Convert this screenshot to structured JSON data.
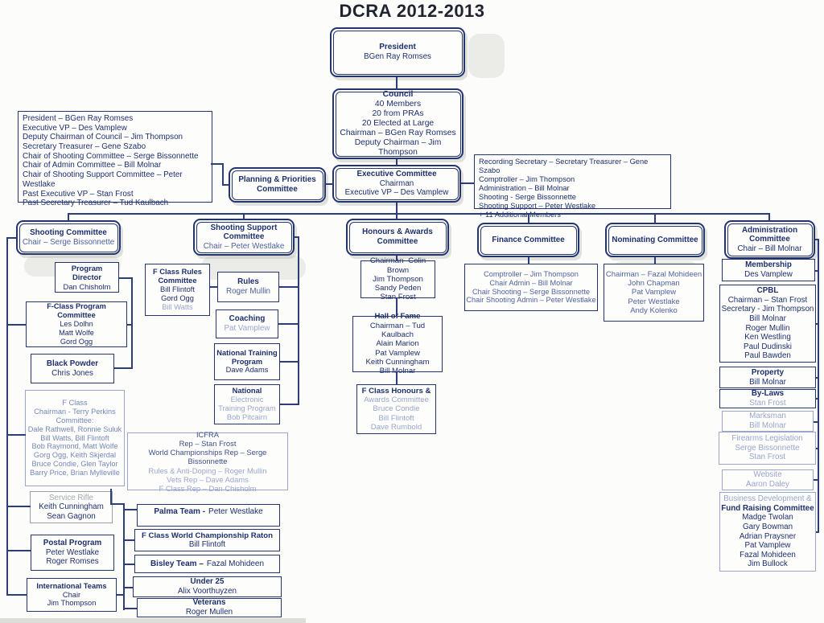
{
  "title": "DCRA 2012-2013",
  "colors": {
    "border_navy": "#24356e",
    "text_navy": "#1d2f6b",
    "faded_blue": "#98a6cc",
    "shadow_gray": "#bababa"
  },
  "boxes": {
    "president": {
      "title": "President",
      "body": "BGen Ray Romses"
    },
    "council": {
      "title": "Council",
      "body": "40 Members\n20 from PRAs\n20 Elected at Large\nChairman – BGen Ray Romses\nDeputy Chairman – Jim Thompson"
    },
    "officers": {
      "body": "President – BGen Ray Romses\nExecutive VP – Des Vamplew\nDeputy Chairman of Council – Jim Thompson\nSecretary Treasurer – Gene Szabo\nChair of Shooting Committee – Serge Bissonnette\nChair of Admin Committee – Bill Molnar\nChair of Shooting Support Committee – Peter Westlake\nPast Executive VP – Stan Frost\nPast Secretary Treasurer – Tud Kaulbach"
    },
    "planning": {
      "title": "Planning & Priorities\nCommittee"
    },
    "executive": {
      "title": "Executive Committee",
      "body": "Chairman\nExecutive VP – Des Vamplew"
    },
    "exec_officers": {
      "body": "Recording Secretary – Secretary Treasurer – Gene Szabo\nComptroller – Jim Thompson\nAdministration – Bill Molnar\nShooting  - Serge Bissonnette\nShooting Support – Peter Westlake\n+ 11 Additional Members"
    },
    "shooting_hdr": {
      "title": "Shooting Committee",
      "body": "Chair – Serge Bissonnette"
    },
    "support_hdr": {
      "title": "Shooting Support\nCommittee",
      "body": "Chair – Peter Westlake"
    },
    "honours_hdr": {
      "title": "Honours & Awards\nCommittee"
    },
    "finance_hdr": {
      "title": "Finance Committee"
    },
    "nominating_hdr": {
      "title": "Nominating Committee"
    },
    "admin_hdr": {
      "title": "Administration\nCommittee",
      "body": "Chair – Bill Molnar"
    },
    "program_director": {
      "title": "Program Director",
      "body": "Dan Chisholm"
    },
    "fclass_pc": {
      "title": "F-Class Program Committee",
      "body": "Les Dolhn\nMatt Wolfe\nGord Ogg"
    },
    "black_powder": {
      "title": "Black Powder",
      "body": "Chris Jones"
    },
    "f_class": {
      "title": "F Class",
      "body": "Chairman - Terry Perkins\nCommittee:\nDale Rathwell, Ronnie Suluk\nBill Watts, Bill Flintoft\nBob Raymond, Matt Wolfe\nGorg Ogg, Keith Skjerdal\nBruce Condie, Glen Taylor\nBarry Price, Brian Mylleville"
    },
    "service_rifle": {
      "title": "Service Rifle",
      "body": "Keith Cunningham\nSean Gagnon"
    },
    "postal": {
      "title": "Postal Program",
      "body": "Peter Westlake\nRoger Romses"
    },
    "intl_teams": {
      "title": "International Teams",
      "body": "Chair\nJim Thompson"
    },
    "fclass_rules": {
      "title": "F Class Rules\nCommittee",
      "body": "Bill Flintoft\nGord Ogg",
      "faded": "Bill Watts"
    },
    "rules": {
      "title": "Rules",
      "body": "Roger Mullin"
    },
    "coaching": {
      "title": "Coaching",
      "faded": "Pat Vamplew"
    },
    "ntp": {
      "title": "National Training\nProgram",
      "body": "Dave Adams"
    },
    "netp": {
      "title": "National",
      "faded": "Electronic\nTraining Program\nBob Pitcairn"
    },
    "icfra": {
      "title": "ICFRA",
      "body": "Rep – Stan Frost\nWorld Championships Rep – Serge Bissonnette",
      "faded": "Rules & Anti-Doping – Roger Mullin\nVets Rep – Dave Adams\nF Class Rep – Dan Chisholm"
    },
    "palma": {
      "title": "Palma Team -",
      "name": "Peter Westlake"
    },
    "fcwcr": {
      "title": "F Class World Championship Raton",
      "body": "Bill Flintoft"
    },
    "bisley": {
      "title": "Bisley Team –",
      "name": "Fazal Mohideen"
    },
    "under25": {
      "title": "Under 25",
      "body": "Alix Voorthuyzen"
    },
    "veterans": {
      "title": "Veterans",
      "body": "Roger Mullen"
    },
    "honours_members": {
      "body": "Chairman- Colin Brown\nJim Thompson\nSandy Peden\nStan Frost"
    },
    "hall_of_fame": {
      "title": "Hall of Fame",
      "body": "Chairman – Tud Kaulbach\nAlain Marion\nPat Vamplew\nKeith Cunningham\nBill Molnar"
    },
    "fclass_honours": {
      "title": "F Class Honours &",
      "faded": "Awards Committee\nBruce Condie\nBill Flintoft\nDave Rumbold"
    },
    "finance_members": {
      "body": "Comptroller – Jim Thompson\nChair Admin – Bill Molnar\nChair Shooting – Serge Bissonnette\nChair Shooting Admin – Peter Westlake"
    },
    "nominating_members": {
      "body": "Chairman – Fazal Mohideen\nJohn Chapman\nPat Vamplew\nPeter Westlake\nAndy Kolenko"
    },
    "membership": {
      "title": "Membership",
      "body": "Des Vamplew"
    },
    "cpbl": {
      "title": "CPBL",
      "body": "Chairman – Stan Frost\nSecretary - Jim Thompson\nBill Molnar\nRoger Mullin\nKen Westling\nPaul Dudinski\nPaul Bawden"
    },
    "property": {
      "title": "Property",
      "body": "Bill Molnar"
    },
    "bylaws": {
      "title": "By-Laws",
      "faded": "Stan Frost"
    },
    "marksman": {
      "title": "Marksman",
      "body": "Bill Molnar"
    },
    "firearms": {
      "body": "Firearms Legislation\nSerge Bissonnette\nStan Frost"
    },
    "website": {
      "body": "Website\nAaron Daley"
    },
    "bizdev": {
      "faded": "Business Development &",
      "title": "Fund Raising Committee",
      "body": "Madge Twolan\nGary Bowman\nAdrian Praysner\nPat Vamplew\nFazal Mohideen\nJim Bullock"
    }
  }
}
